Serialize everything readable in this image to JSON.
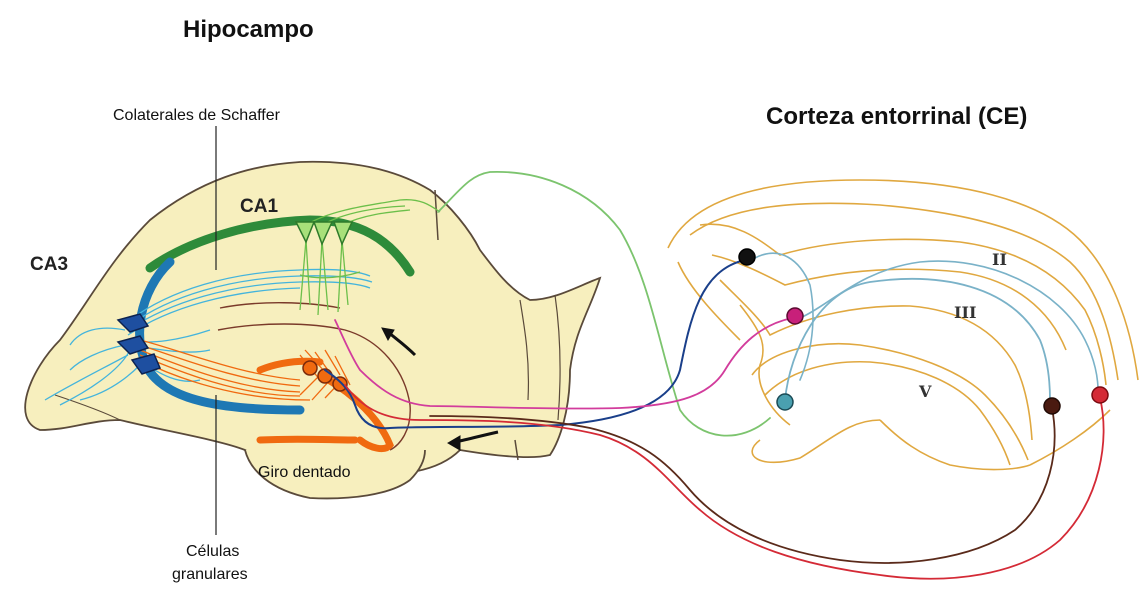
{
  "titles": {
    "hippocampus": "Hipocampo",
    "entorhinal": "Corteza entorrinal (CE)"
  },
  "labels": {
    "schaffer": "Colaterales de Schaffer",
    "ca1": "CA1",
    "ca3": "CA3",
    "dentate": "Giro dentado",
    "granule_line1": "Células",
    "granule_line2": "granulares",
    "layer_ii": "II",
    "layer_iii": "III",
    "layer_v": "V"
  },
  "colors": {
    "tissue_fill": "#f7efbe",
    "tissue_outline": "#5a4a3a",
    "cortex_lines": "#e0a840",
    "ca1_band": "#2e8b3a",
    "ca3_band": "#1e78b4",
    "dentate_band": "#f06a10",
    "schaffer_fibers": "#44b4dc",
    "pathway_green": "#7cc46e",
    "pathway_blue": "#1a3f8a",
    "pathway_magenta": "#d23c9c",
    "pathway_red": "#d42a36",
    "pathway_brown": "#5a2a1a",
    "pathway_lightblue": "#7ab2c8"
  }
}
